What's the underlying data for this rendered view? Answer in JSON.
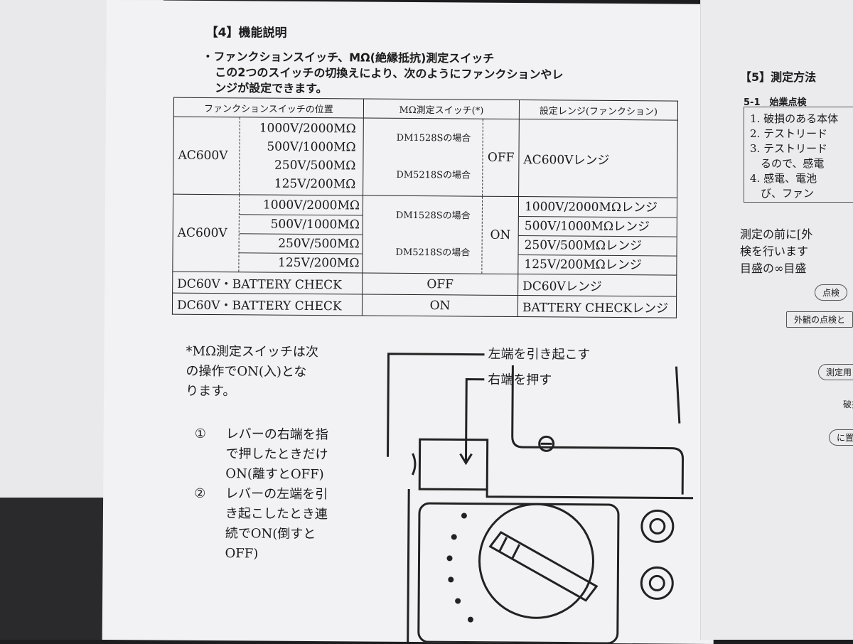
{
  "section": {
    "title": "【4】機能説明"
  },
  "intro": {
    "line1": "・ファンクションスイッチ、MΩ(絶縁抵抗)測定スイッチ",
    "line2": "この2つのスイッチの切換えにより、次のようにファンクションやレ",
    "line3": "ンジが設定できます。"
  },
  "table": {
    "headers": [
      "ファンクションスイッチの位置",
      "MΩ測定スイッチ(*)",
      "設定レンジ(ファンクション)"
    ],
    "group1": {
      "label": "AC600V",
      "ranges": [
        "1000V/2000MΩ",
        "500V/1000MΩ",
        "250V/500MΩ",
        "125V/200MΩ"
      ],
      "model1": "DM1528Sの場合",
      "model2": "DM5218Sの場合",
      "switch": "OFF",
      "setting": "AC600Vレンジ"
    },
    "group2": {
      "label": "AC600V",
      "ranges": [
        "1000V/2000MΩ",
        "500V/1000MΩ",
        "250V/500MΩ",
        "125V/200MΩ"
      ],
      "model1": "DM1528Sの場合",
      "model2": "DM5218Sの場合",
      "switch": "ON",
      "settings": [
        "1000V/2000MΩレンジ",
        "500V/1000MΩレンジ",
        "250V/500MΩレンジ",
        "125V/200MΩレンジ"
      ]
    },
    "row_dc_off": {
      "label": "DC60V・BATTERY CHECK",
      "switch": "OFF",
      "setting": "DC60Vレンジ"
    },
    "row_dc_on": {
      "label": "DC60V・BATTERY CHECK",
      "switch": "ON",
      "setting": "BATTERY CHECKレンジ"
    }
  },
  "note": {
    "line1": "*MΩ測定スイッチは次",
    "line2": "の操作でON(入)とな",
    "line3": "ります。"
  },
  "steps": [
    {
      "num": "①",
      "lines": [
        "レバーの右端を指",
        "で押したときだけ",
        "ON(離すとOFF)"
      ]
    },
    {
      "num": "②",
      "lines": [
        "レバーの左端を引",
        "き起こしたとき連",
        "続でON(倒すと",
        "OFF)"
      ]
    }
  ],
  "callouts": {
    "left_end": "左端を引き起こす",
    "right_end": "右端を押す"
  },
  "right_page": {
    "heading": "【5】測定方法",
    "sub": "5-1　始業点検",
    "box_lines": [
      "1. 破損のある本体",
      "2. テストリード",
      "3. テストリード",
      "　るので、感電",
      "4. 感電、電池",
      "　び、ファン"
    ],
    "text_lines": [
      "測定の前に[外",
      "検を行います",
      "目盛の∞目盛"
    ],
    "pills": [
      "点検",
      "外観の点検と",
      "測定用リ",
      "破損",
      "に置"
    ]
  }
}
